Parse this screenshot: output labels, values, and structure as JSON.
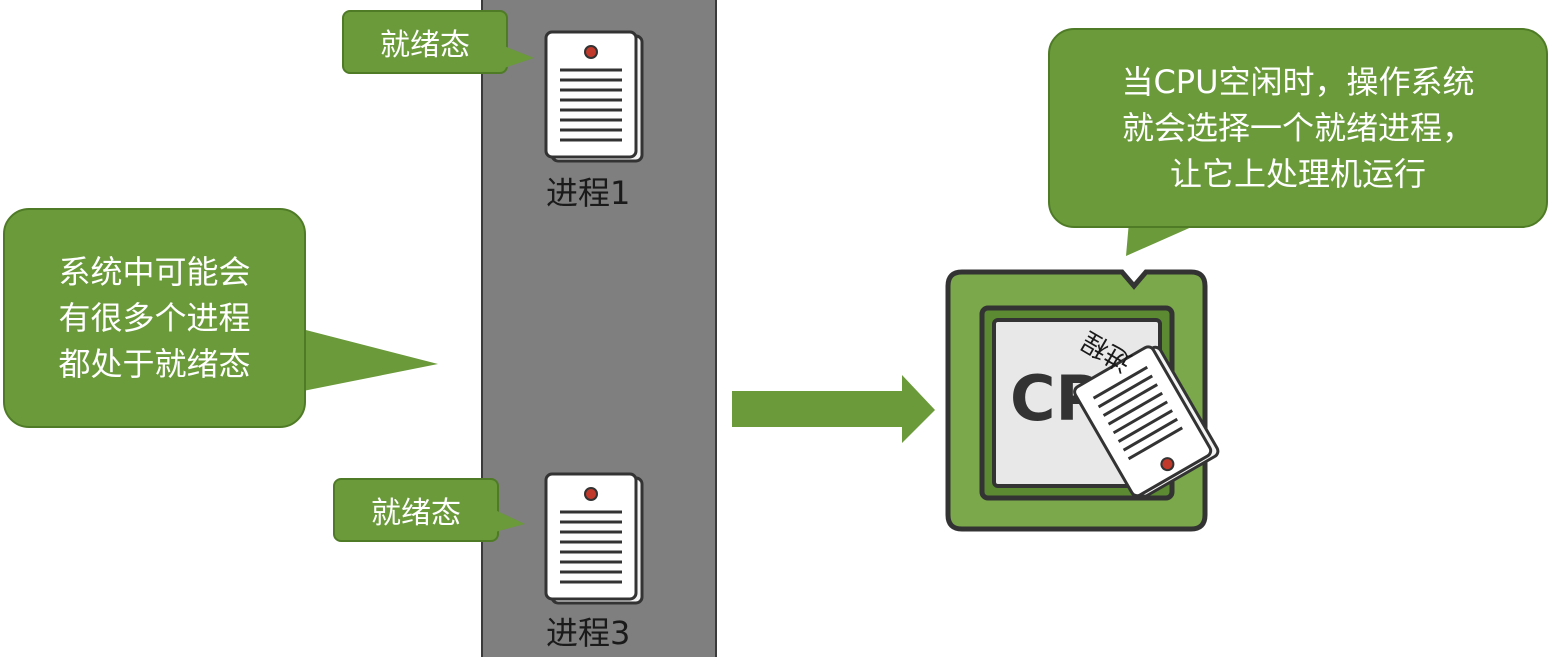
{
  "processes": [
    {
      "label": "进程1",
      "state_tag": "就绪态"
    },
    {
      "label": "进程3",
      "state_tag": "就绪态"
    }
  ],
  "left_note": {
    "lines": [
      "系统中可能会",
      "有很多个进程",
      "都处于就绪态"
    ]
  },
  "right_note": {
    "lines": [
      "当CPU空闲时，操作系统",
      "就会选择一个就绪进程，",
      "让它上处理机运行"
    ]
  },
  "cpu": {
    "chip_text": "CP",
    "running_process_label": "进程"
  },
  "colors": {
    "bubble_green": "#6a9a3a",
    "queue_gray": "#7f7f7f",
    "cpu_green": "#7aa84a",
    "process_dot_red": "#c0392b"
  },
  "icons": [
    "document-icon",
    "cpu-chip-icon",
    "right-arrow-icon"
  ]
}
